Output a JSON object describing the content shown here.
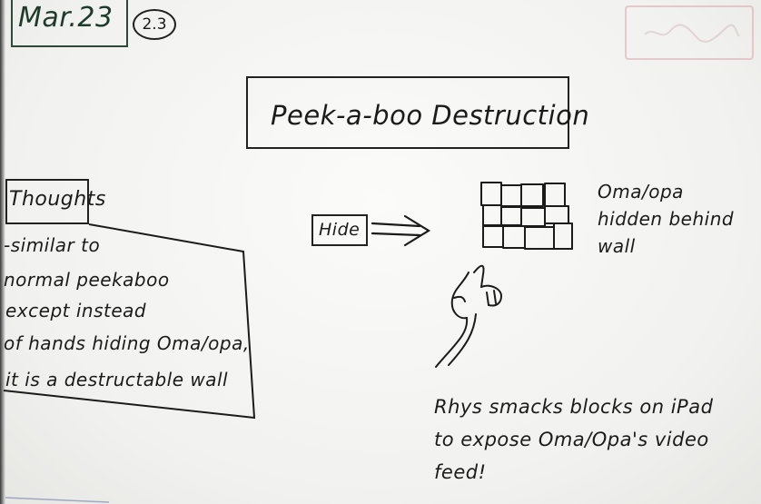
{
  "header": {
    "date": "Mar.23",
    "version": "2.3"
  },
  "title": "Peek-a-boo Destruction",
  "thoughts": {
    "heading": "Thoughts",
    "lines": [
      "-similar to",
      "normal peekaboo",
      "except instead",
      "of hands hiding Oma/opa,",
      "it is a destructable wall"
    ]
  },
  "hide_label": "Hide",
  "wall_caption": "Oma/opa hidden behind wall",
  "rhys_caption": "Rhys smacks blocks on iPad to expose Oma/Opa's video feed!",
  "colors": {
    "ink": "#1b1b1b",
    "date_ink": "#1d3a2a",
    "faded_red": "#d9a8a8",
    "board": "#f4f4f2"
  }
}
